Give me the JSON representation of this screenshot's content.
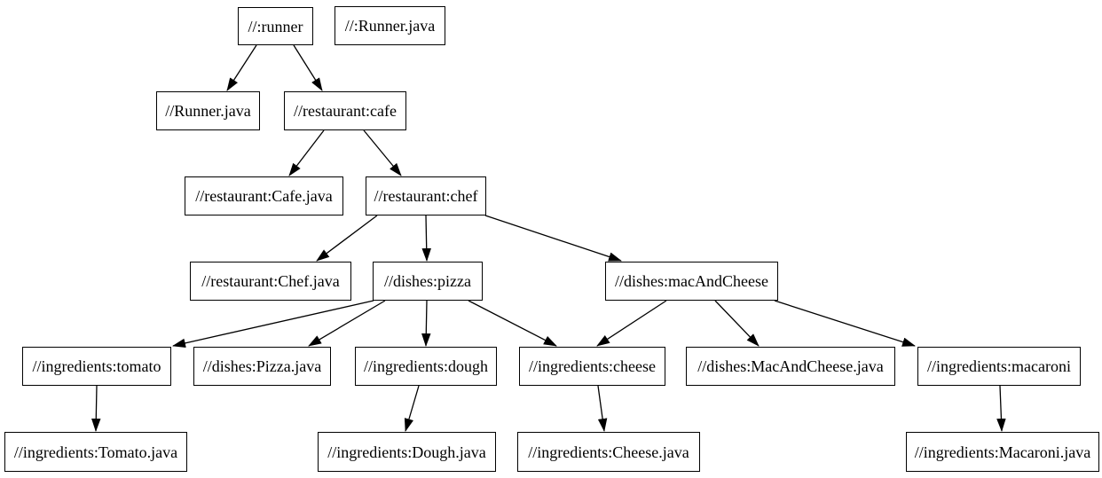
{
  "diagram": {
    "type": "dependency-graph",
    "description": "Build target dependency graph",
    "colors": {
      "background": "#ffffff",
      "node_fill": "#ffffff",
      "node_border": "#000000",
      "edge": "#000000",
      "text": "#000000"
    },
    "nodes": [
      {
        "id": "runner",
        "label": "//:runner"
      },
      {
        "id": "runner-java-file",
        "label": "//:Runner.java"
      },
      {
        "id": "runner-java",
        "label": "//Runner.java"
      },
      {
        "id": "cafe",
        "label": "//restaurant:cafe"
      },
      {
        "id": "cafe-java",
        "label": "//restaurant:Cafe.java"
      },
      {
        "id": "chef",
        "label": "//restaurant:chef"
      },
      {
        "id": "chef-java",
        "label": "//restaurant:Chef.java"
      },
      {
        "id": "pizza",
        "label": "//dishes:pizza"
      },
      {
        "id": "mac-and-cheese",
        "label": "//dishes:macAndCheese"
      },
      {
        "id": "tomato",
        "label": "//ingredients:tomato"
      },
      {
        "id": "pizza-java",
        "label": "//dishes:Pizza.java"
      },
      {
        "id": "dough",
        "label": "//ingredients:dough"
      },
      {
        "id": "cheese",
        "label": "//ingredients:cheese"
      },
      {
        "id": "mac-and-cheese-java",
        "label": "//dishes:MacAndCheese.java"
      },
      {
        "id": "macaroni",
        "label": "//ingredients:macaroni"
      },
      {
        "id": "tomato-java",
        "label": "//ingredients:Tomato.java"
      },
      {
        "id": "dough-java",
        "label": "//ingredients:Dough.java"
      },
      {
        "id": "cheese-java",
        "label": "//ingredients:Cheese.java"
      },
      {
        "id": "macaroni-java",
        "label": "//ingredients:Macaroni.java"
      }
    ],
    "edges": [
      {
        "from": "runner",
        "to": "runner-java"
      },
      {
        "from": "runner",
        "to": "cafe"
      },
      {
        "from": "cafe",
        "to": "cafe-java"
      },
      {
        "from": "cafe",
        "to": "chef"
      },
      {
        "from": "chef",
        "to": "chef-java"
      },
      {
        "from": "chef",
        "to": "pizza"
      },
      {
        "from": "chef",
        "to": "mac-and-cheese"
      },
      {
        "from": "pizza",
        "to": "tomato"
      },
      {
        "from": "pizza",
        "to": "pizza-java"
      },
      {
        "from": "pizza",
        "to": "dough"
      },
      {
        "from": "pizza",
        "to": "cheese"
      },
      {
        "from": "mac-and-cheese",
        "to": "cheese"
      },
      {
        "from": "mac-and-cheese",
        "to": "mac-and-cheese-java"
      },
      {
        "from": "mac-and-cheese",
        "to": "macaroni"
      },
      {
        "from": "tomato",
        "to": "tomato-java"
      },
      {
        "from": "dough",
        "to": "dough-java"
      },
      {
        "from": "cheese",
        "to": "cheese-java"
      },
      {
        "from": "macaroni",
        "to": "macaroni-java"
      }
    ]
  }
}
